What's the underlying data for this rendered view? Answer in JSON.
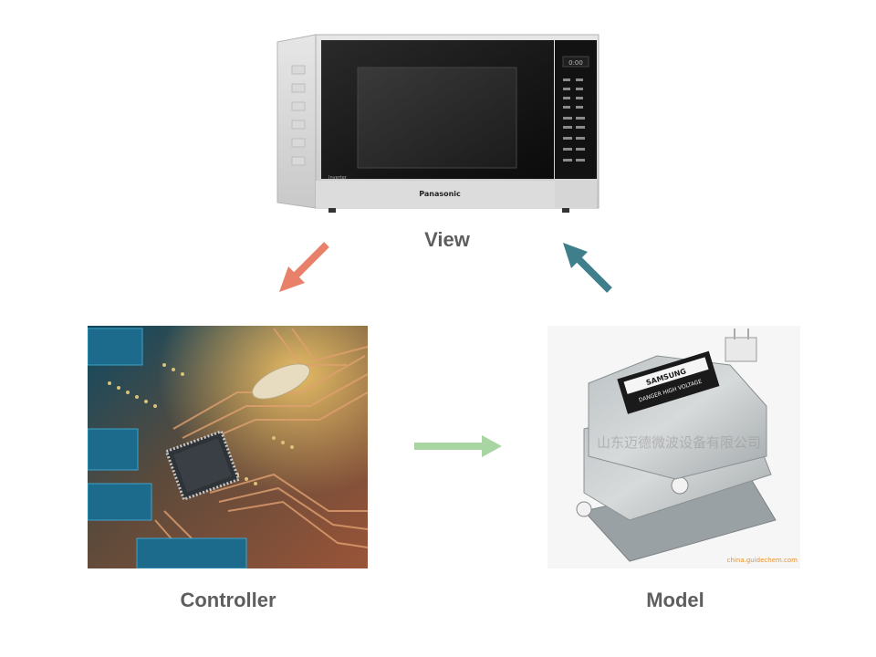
{
  "diagram": {
    "nodes": {
      "view": {
        "label": "View",
        "image": "microwave-oven-photo",
        "brand_text": "Panasonic",
        "display_text": "0:00",
        "badge_text": "Inverter"
      },
      "controller": {
        "label": "Controller",
        "image": "circuit-board-photo"
      },
      "model": {
        "label": "Model",
        "image": "magnetron-photo",
        "brand_text": "SAMSUNG",
        "sticker_text": "DANGER HIGH VOLTAGE",
        "watermark": "山东迈德微波设备有限公司",
        "credit": "china.guidechem.com"
      }
    },
    "arrows": [
      {
        "from": "view",
        "to": "controller",
        "color": "#e8806a"
      },
      {
        "from": "model",
        "to": "view",
        "color": "#3f7f8c"
      },
      {
        "from": "controller",
        "to": "model",
        "color": "#a8d5a2"
      }
    ]
  }
}
